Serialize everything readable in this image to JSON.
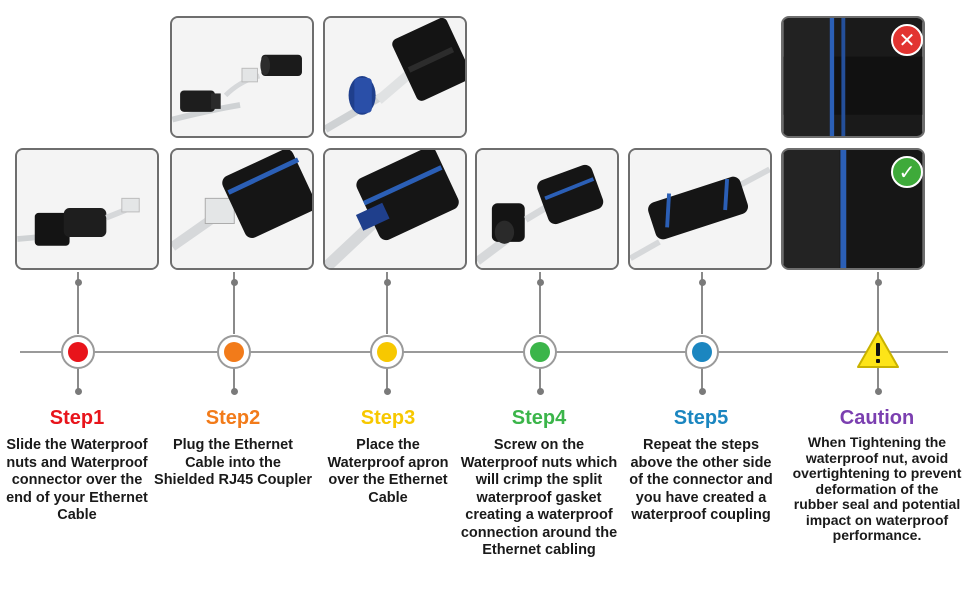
{
  "colors": {
    "step1": "#e8141b",
    "step2": "#f27b1a",
    "step3": "#f7c800",
    "step4": "#3bb54a",
    "step5": "#1b86c0",
    "caution": "#7b3fb0"
  },
  "photos": {
    "bottom_row": [
      "connector-nut-on-cable",
      "cable-plugged-into-coupler",
      "apron-over-cable",
      "nut-screwed-on",
      "assembled-coupling",
      "correct-tightening"
    ],
    "top_row": [
      "rj45-into-coupler",
      "apron-on-cable",
      "overtightened-nut"
    ]
  },
  "icons": {
    "wrong": "x-mark-icon",
    "right": "check-mark-icon",
    "caution": "warning-triangle-icon"
  },
  "steps": [
    {
      "title": "Step1",
      "text": "Slide the Waterproof nuts and Waterproof connector over the end of your Ethernet Cable"
    },
    {
      "title": "Step2",
      "text": "Plug the Ethernet Cable into the Shielded RJ45 Coupler"
    },
    {
      "title": "Step3",
      "text": "Place the Waterproof apron over the Ethernet Cable"
    },
    {
      "title": "Step4",
      "text": "Screw on the Waterproof nuts which will crimp the split waterproof gasket creating a waterproof connection around the Ethernet cabling"
    },
    {
      "title": "Step5",
      "text": "Repeat the steps above the other side of the connector and you have created a waterproof coupling"
    },
    {
      "title": "Caution",
      "text": "When Tightening the waterproof nut, avoid overtightening to prevent deformation of the rubber seal and potential impact on waterproof performance."
    }
  ]
}
